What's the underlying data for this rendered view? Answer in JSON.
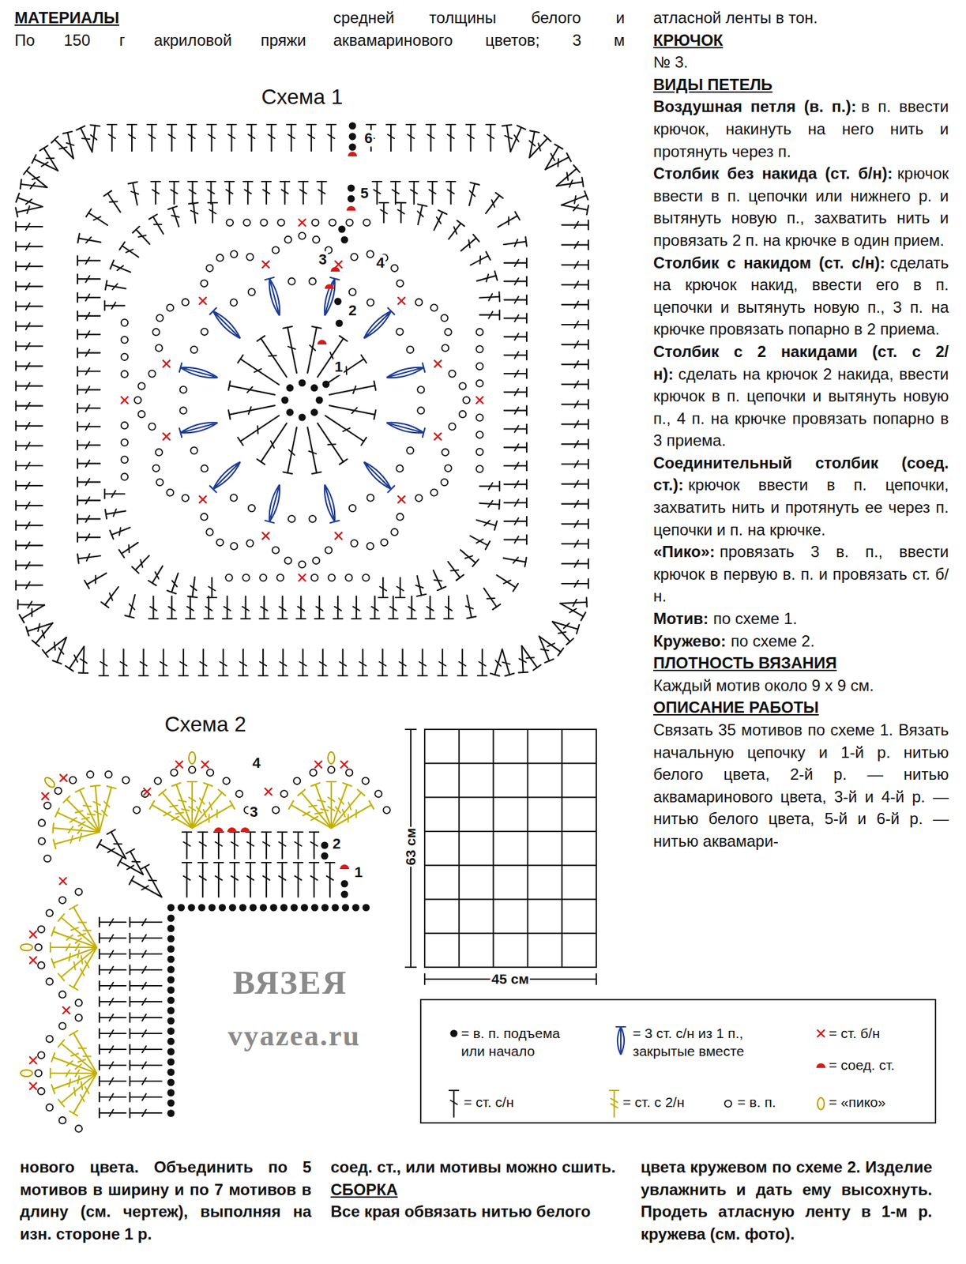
{
  "diagram": {
    "labels": [
      "МАТЕРИАЛЫ",
      "По 150 г акриловой пряжи",
      "средней толщины белого и аквамаринового цветов; 3 м",
      "атласной ленты в тон.",
      "КРЮЧОК",
      "№ 3.",
      "ВИДЫ ПЕТЕЛЬ",
      "Воздушная петля (в. п.):",
      "в п. ввести крючок, накинуть на него нить и протянуть через п.",
      "Столбик без накида (ст. б/н):",
      "крючок ввести в п. цепочки или нижнего р. и вытянуть новую п., захватить нить и провязать 2 п. на крючке в один прием.",
      "Столбик с накидом (ст. с/н):",
      "сделать на крючок накид, ввести его в п. цепочки и вытянуть новую п., 3 п. на крючке провязать попарно в 2 приема.",
      "Столбик с 2 накидами (ст. с 2/н):",
      "сделать на крючок 2 накида, ввести крючок в п. цепочки и вытянуть новую п., 4 п. на крючке провязать попарно в 3 приема.",
      "Соединительный столбик (соед. ст.):",
      "крючок ввести в п. цепочки, захватить нить и протянуть ее через п. цепочки и п. на крючке.",
      "«Пико»:",
      "провязать 3 в. п., ввести крючок в первую в. п. и провязать ст. б/н.",
      "Мотив:",
      "по схеме 1.",
      "Кружево:",
      "по схеме 2.",
      "ПЛОТНОСТЬ ВЯЗАНИЯ",
      "Каждый мотив около 9 х 9 см.",
      "ОПИСАНИЕ РАБОТЫ",
      "Связать 35 мотивов по схеме 1. Вязать начальную цепочку и 1-й р. нитью белого цвета, 2-й р. — нитью аквамаринового цвета, 3-й и 4-й р. — нитью белого цвета, 5-й и 6-й р. — нитью аквамари-",
      "нового цвета. Объединить по 5 мотивов в ширину и по 7 мотивов в длину (см. чертеж), выполняя на изн. стороне 1 р.",
      "соед. ст., или мотивы можно сшить.",
      "СБОРКА",
      "Все края обвязать нитью белого",
      "цвета кружевом по схеме 2. Изделие увлажнить и дать ему высохнуть. Продеть атласную ленту в 1-м р. кружева (см. фото).",
      "Схема 1",
      "1",
      "2",
      "3",
      "4",
      "5",
      "6",
      "Схема 2",
      "1",
      "2",
      "3",
      "4",
      "63 см",
      "45 см",
      "ВЯЗЕЯ",
      "vyazea.ru"
    ],
    "legend": [
      {
        "text": "= в. п. подъема или начало"
      },
      {
        "text": "= 3 ст. с/н из 1 п., закрытые вместе"
      },
      {
        "text": "= ст. б/н"
      },
      {
        "text": "= соед. ст."
      },
      {
        "text": "= ст. с/н"
      },
      {
        "text": "= ст. с 2/н"
      },
      {
        "text": "= в. п."
      },
      {
        "text": "= «пико»"
      }
    ]
  }
}
